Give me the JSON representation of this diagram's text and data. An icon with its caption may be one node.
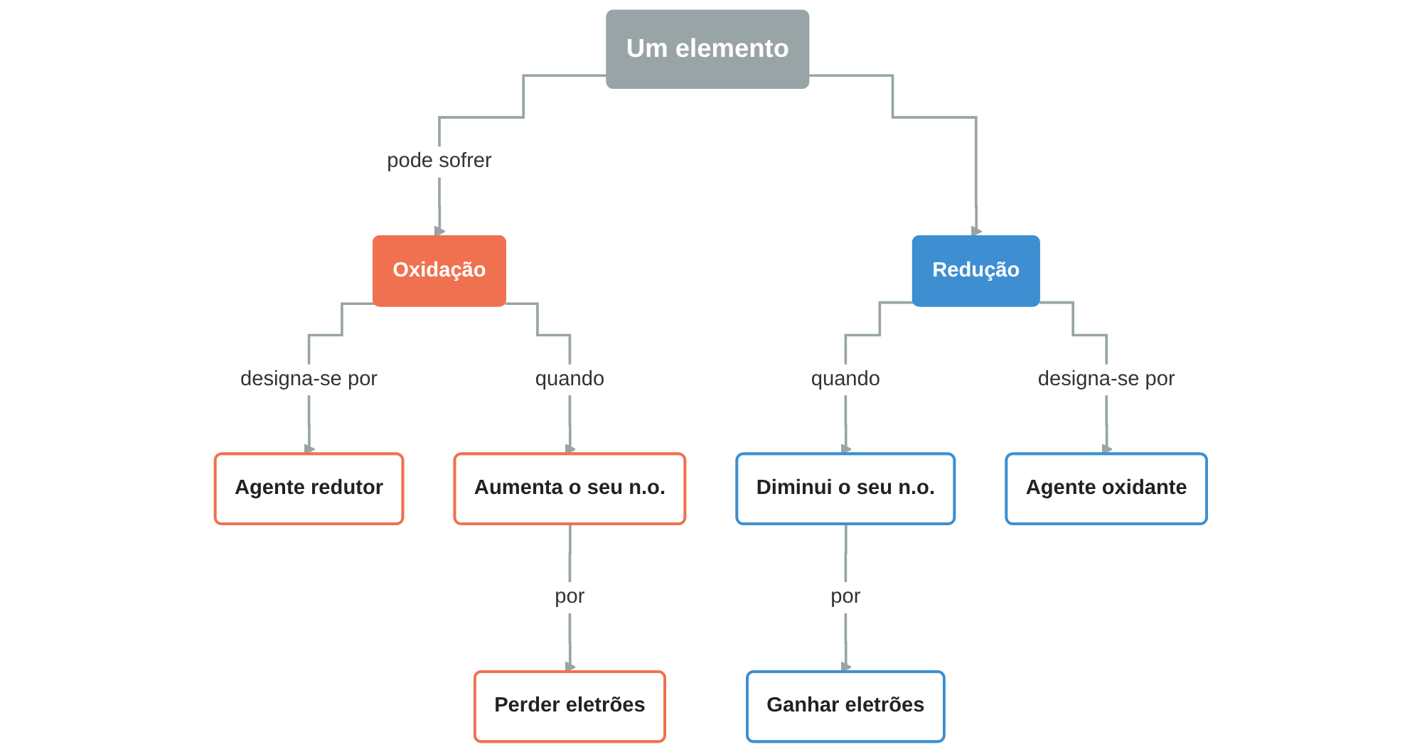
{
  "diagram": {
    "nodes": [
      {
        "text": [
          "Um elemento"
        ]
      },
      {
        "text": [
          "Oxidação"
        ]
      },
      {
        "text": [
          "Redução"
        ]
      },
      {
        "text": [
          "Agente redutor"
        ]
      },
      {
        "text": [
          "Aumenta o seu n.o."
        ]
      },
      {
        "text": [
          "Perder eletrões"
        ]
      },
      {
        "text": [
          "Diminui o seu n.o."
        ]
      },
      {
        "text": [
          "Ganhar eletrões"
        ]
      },
      {
        "text": [
          "Agente oxidante"
        ]
      }
    ],
    "edges": [
      {
        "from": 0,
        "to": 1,
        "arrow": "to",
        "label": "pode sofrer"
      },
      {
        "from": 0,
        "to": 2,
        "arrow": "to"
      },
      {
        "from": 1,
        "to": 3,
        "arrow": "to",
        "label": "designa-se por"
      },
      {
        "from": 1,
        "to": 4,
        "arrow": "to",
        "label": "quando"
      },
      {
        "from": 4,
        "to": 5,
        "arrow": "to",
        "label": "por"
      },
      {
        "from": 2,
        "to": 6,
        "arrow": "to",
        "label": "quando"
      },
      {
        "from": 6,
        "to": 7,
        "arrow": "to",
        "label": "por"
      },
      {
        "from": 2,
        "to": 8,
        "arrow": "to",
        "label": "designa-se por"
      }
    ]
  }
}
